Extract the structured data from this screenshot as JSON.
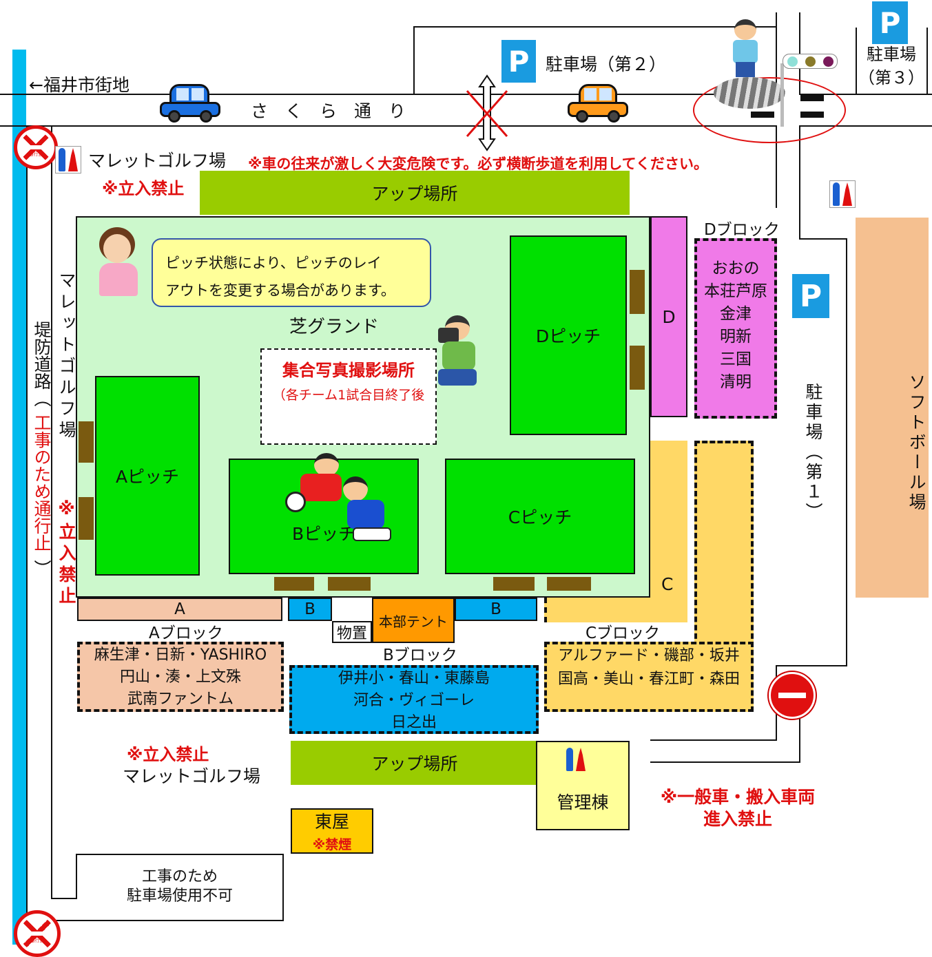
{
  "roads": {
    "to_city": "←福井市街地",
    "sakura": "さ　く　ら　通　り",
    "levee": "堤防道路（",
    "levee_closed": "工事のため通行止",
    "levee_end": "）"
  },
  "parking": {
    "p_symbol": "P",
    "lot2": "駐車場（第２）",
    "lot3_line1": "駐車場",
    "lot3_line2": "（第３）",
    "lot1": "駐車場（第１）",
    "closed_line1": "工事のため",
    "closed_line2": "駐車場使用不可"
  },
  "warnings": {
    "crossing": "※車の往来が激しく大変危険です。必ず横断歩道を利用してください。",
    "no_entry": "※立入禁止",
    "vehicles_line1": "※一般車・搬入車両",
    "vehicles_line2": "進入禁止",
    "no_smoking": "※禁煙",
    "sign_text": "通行止"
  },
  "facilities": {
    "mallet_golf": "マレットゴルフ場",
    "mallet_golf_vertical": "マレットゴルフ場",
    "no_entry_vertical": "※立入禁止",
    "warmup": "アップ場所",
    "turf_ground": "芝グランド",
    "photo_spot": "集合写真撮影場所",
    "photo_note": "（各チーム1試合目終了後",
    "storage": "物置",
    "hq_tent": "本部テント",
    "admin": "管理棟",
    "arbor": "東屋",
    "softball_vertical": "ソフトボール場"
  },
  "notice": {
    "line1": "ピッチ状態により、ピッチのレイ",
    "line2": "アウトを変更する場合があります。"
  },
  "pitches": {
    "a": "Aピッチ",
    "b": "Bピッチ",
    "c": "Cピッチ",
    "d": "Dピッチ"
  },
  "zones": {
    "a": "A",
    "b": "B",
    "c": "C",
    "d": "D"
  },
  "blocks": {
    "a_title": "Aブロック",
    "a_teams": [
      "麻生津・日新・YASHIRO",
      "円山・湊・上文殊",
      "武南ファントム"
    ],
    "b_title": "Bブロック",
    "b_teams": [
      "伊井小・春山・東藤島",
      "河合・ヴィゴーレ",
      "日之出"
    ],
    "c_title": "Cブロック",
    "c_teams": [
      "アルファード・磯部・坂井",
      "国高・美山・春江町・森田"
    ],
    "d_title": "Dブロック",
    "d_teams": [
      "おおの",
      "本荘芦原",
      "金津",
      "明新",
      "三国",
      "清明"
    ]
  },
  "colors": {
    "turf": "#ccf8cc",
    "pitch": "#00e000",
    "warmup": "#99cc00",
    "a_block": "#f5c6a8",
    "b_block": "#00aaee",
    "c_block": "#ffd866",
    "d_block": "#f07ae8",
    "softball": "#f5c090",
    "admin": "#ffff99",
    "tent": "#ff9900",
    "levee": "#00bbee",
    "warning": "#e01010"
  }
}
